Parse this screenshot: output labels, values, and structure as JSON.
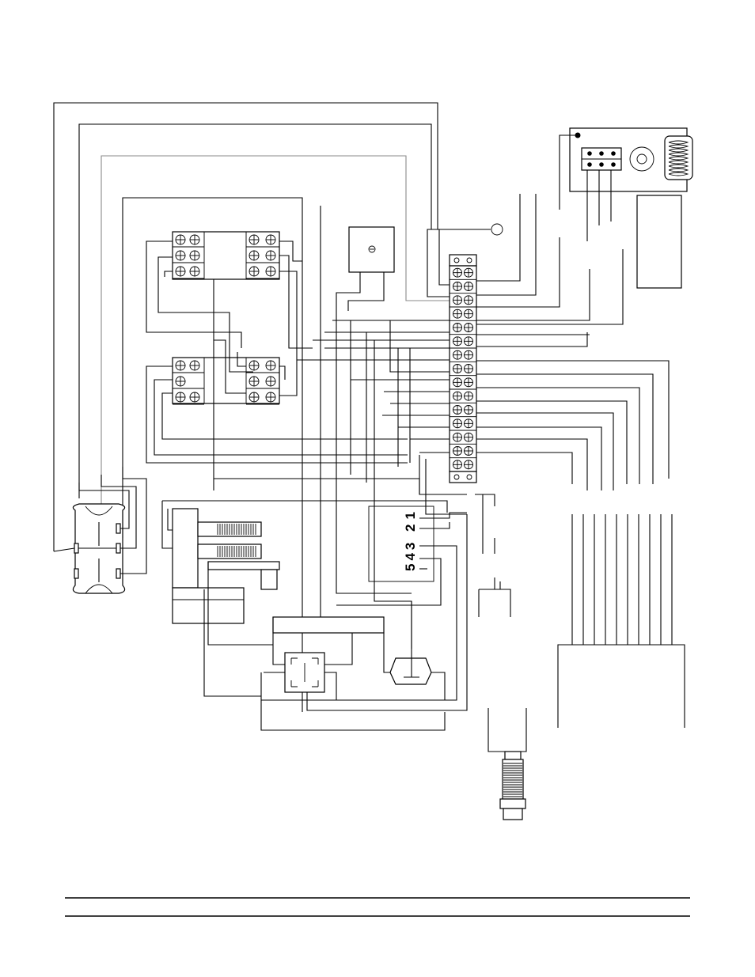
{
  "diagram": {
    "relay_labels": {
      "upper": [
        "2",
        "1"
      ],
      "lower": [
        "5",
        "4",
        "3"
      ]
    },
    "terminal_block_positions": 15,
    "harness_lines": 10
  },
  "colors": {
    "line": "#000000",
    "gray_wire": "#8a8a8a",
    "background": "#ffffff"
  }
}
